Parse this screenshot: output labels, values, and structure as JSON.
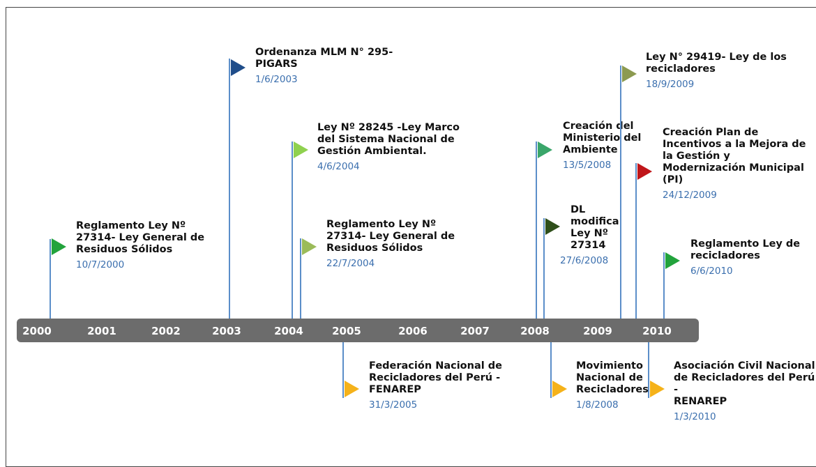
{
  "years": [
    "2000",
    "2001",
    "2002",
    "2003",
    "2004",
    "2005",
    "2006",
    "2007",
    "2008",
    "2009",
    "2010"
  ],
  "events": [
    {
      "title": "Reglamento Ley Nº\n27314-  Ley General de\nResiduos Sólidos",
      "date": "10/7/2000",
      "color": "#22a33c"
    },
    {
      "title": "Ordenanza MLM N° 295-\nPIGARS",
      "date": "1/6/2003",
      "color": "#1f4d8a"
    },
    {
      "title": "Ley Nº 28245  -Ley Marco\ndel Sistema Nacional de\nGestión Ambiental.",
      "date": "4/6/2004",
      "color": "#8fd14f"
    },
    {
      "title": "Reglamento Ley Nº\n27314-  Ley General de\nResiduos Sólidos",
      "date": "22/7/2004",
      "color": "#9bbb59"
    },
    {
      "title": "Federación Nacional de\nRecicladores del Perú -\nFENAREP",
      "date": "31/3/2005",
      "color": "#f5b21a"
    },
    {
      "title": "Creación del\nMinisterio del\nAmbiente",
      "date": "13/5/2008",
      "color": "#3aa66a"
    },
    {
      "title": "DL\nmodifica\nLey Nº\n27314",
      "date": "27/6/2008",
      "color": "#2f4f1a"
    },
    {
      "title": "Movimiento\nNacional de\nRecicladores",
      "date": "1/8/2008",
      "color": "#f5b21a"
    },
    {
      "title": "Ley N° 29419-   Ley de los\nrecicladores",
      "date": "18/9/2009",
      "color": "#8c9a50"
    },
    {
      "title": "Creación Plan de\nIncentivos a la Mejora de\nla Gestión y\nModernización Municipal\n(PI)",
      "date": "24/12/2009",
      "color": "#c0161a"
    },
    {
      "title": "Asociación Civil Nacional\nde Recicladores del Perú -\nRENAREP",
      "date": "1/3/2010",
      "color": "#f5b21a"
    },
    {
      "title": "Reglamento Ley de\nrecicladores",
      "date": "6/6/2010",
      "color": "#22a33c"
    }
  ]
}
